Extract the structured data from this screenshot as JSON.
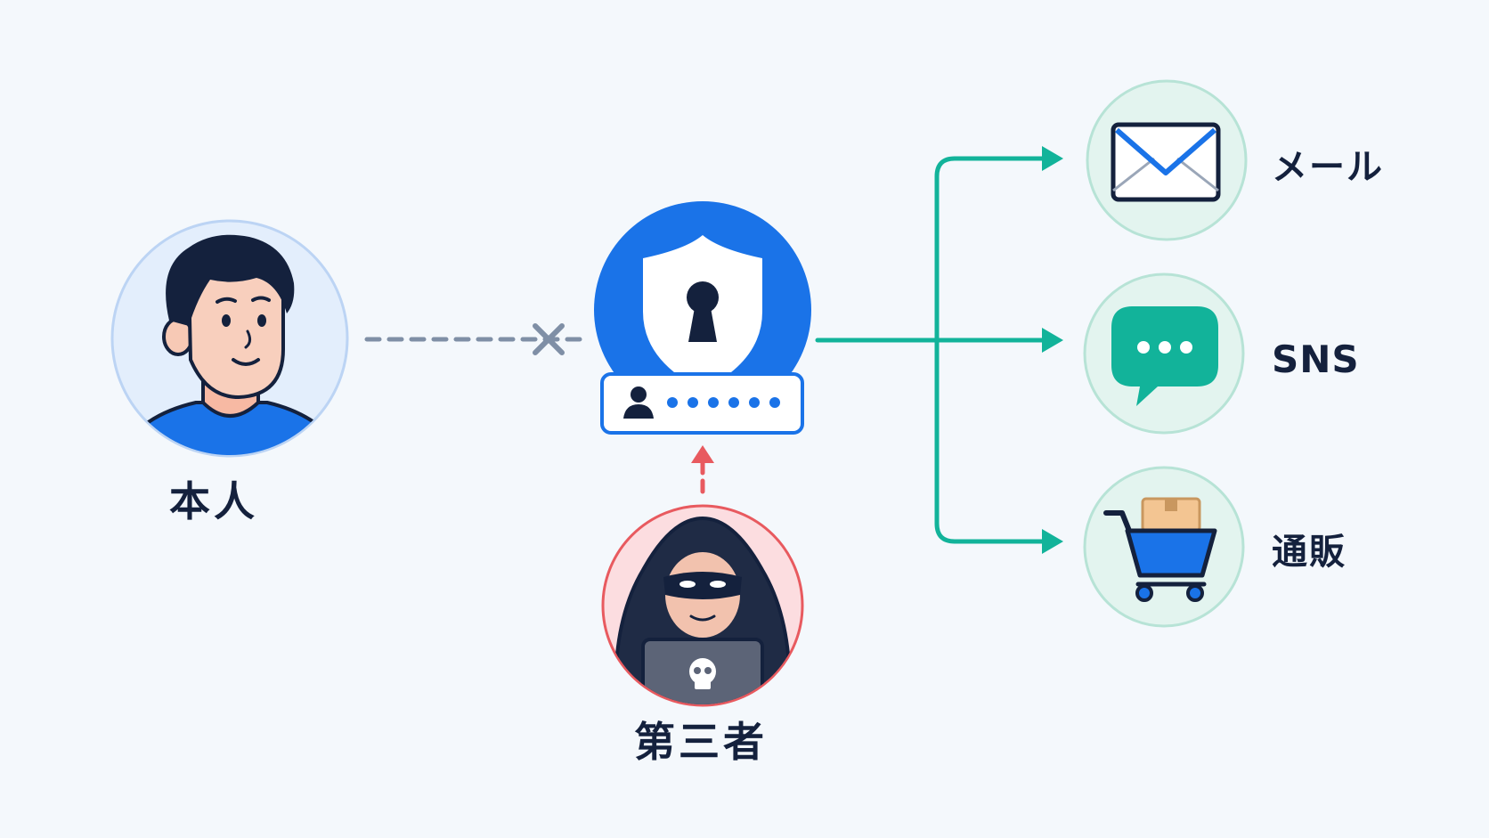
{
  "labels": {
    "self": "本人",
    "third_party": "第三者",
    "mail": "メール",
    "sns": "SNS",
    "shopping": "通販"
  },
  "icons": {
    "self": "person-avatar-icon",
    "third_party": "hacker-avatar-icon",
    "account": "shield-lock-icon",
    "credentials": "login-credentials-icon",
    "mail": "envelope-icon",
    "sns": "chat-bubble-icon",
    "shopping": "shopping-cart-icon"
  },
  "colors": {
    "background": "#f4f8fc",
    "primary_blue": "#1a73e8",
    "navy": "#14213d",
    "teal": "#12b39a",
    "danger_red": "#e85a5f",
    "blocked_gray": "#7f8fa6"
  }
}
